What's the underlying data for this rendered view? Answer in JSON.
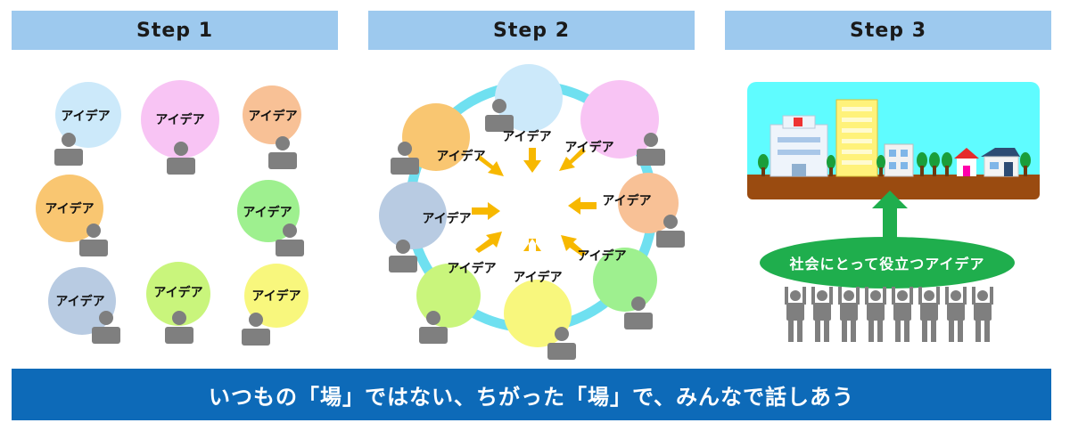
{
  "steps": [
    {
      "label": "Step 1"
    },
    {
      "label": "Step 2"
    },
    {
      "label": "Step 3"
    }
  ],
  "idea_label": "アイデア",
  "goal_label": "社会にとって役立つアイデア",
  "banner": "いつもの「場」ではない、ちがった「場」で、みんなで話しあう",
  "colors": {
    "header": "#9dc9ee",
    "banner": "#0d6ab8",
    "ring": "#6fe0f0",
    "arrow": "#f7b800",
    "goal": "#1fae4d",
    "person": "#7f7f7f",
    "bubble_light_blue": "#cce9fa",
    "bubble_pink": "#f8c4f4",
    "bubble_peach": "#f8c196",
    "bubble_orange": "#f9c671",
    "bubble_green": "#9ef08f",
    "bubble_slate": "#b8cbe2",
    "bubble_lime": "#c9f57c",
    "bubble_yellow": "#f8f77d"
  }
}
